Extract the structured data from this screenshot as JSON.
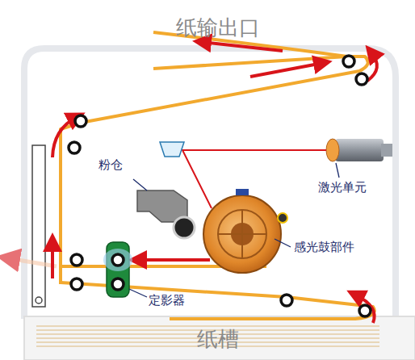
{
  "diagram": {
    "nodes": [
      {
        "text": [
          "纸槽"
        ]
      }
    ],
    "labels": [
      "纸输出口",
      "粉仓",
      "激光单元",
      "感光鼓部件",
      "定影器"
    ]
  }
}
